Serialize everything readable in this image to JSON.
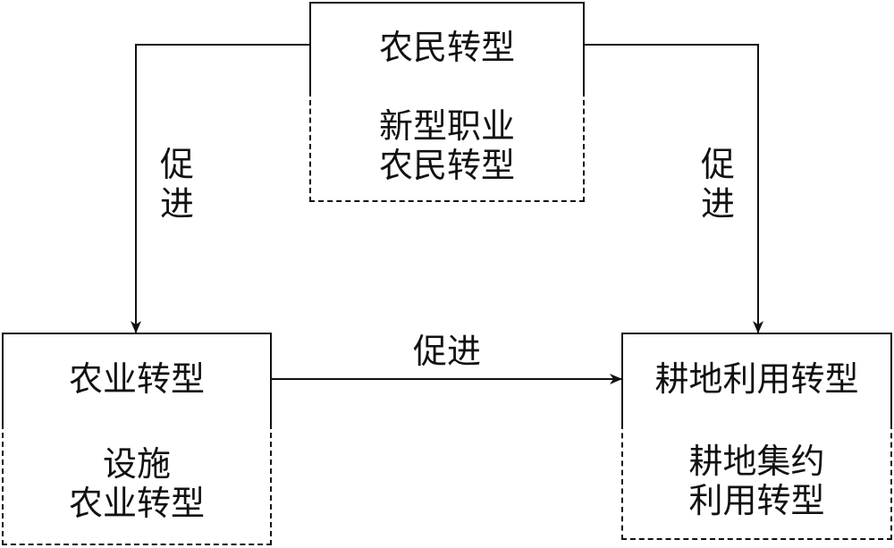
{
  "nodes": {
    "farmer": {
      "title": "农民转型",
      "sub_lines": [
        "新型职业",
        "农民转型"
      ]
    },
    "agriculture": {
      "title": "农业转型",
      "sub_lines": [
        "设施",
        "农业转型"
      ]
    },
    "land": {
      "title": "耕地利用转型",
      "sub_lines": [
        "耕地集约",
        "利用转型"
      ]
    }
  },
  "edges": {
    "left": {
      "label_chars": [
        "促",
        "进"
      ]
    },
    "right": {
      "label_chars": [
        "促",
        "进"
      ]
    },
    "bottom": {
      "label": "促进"
    }
  }
}
